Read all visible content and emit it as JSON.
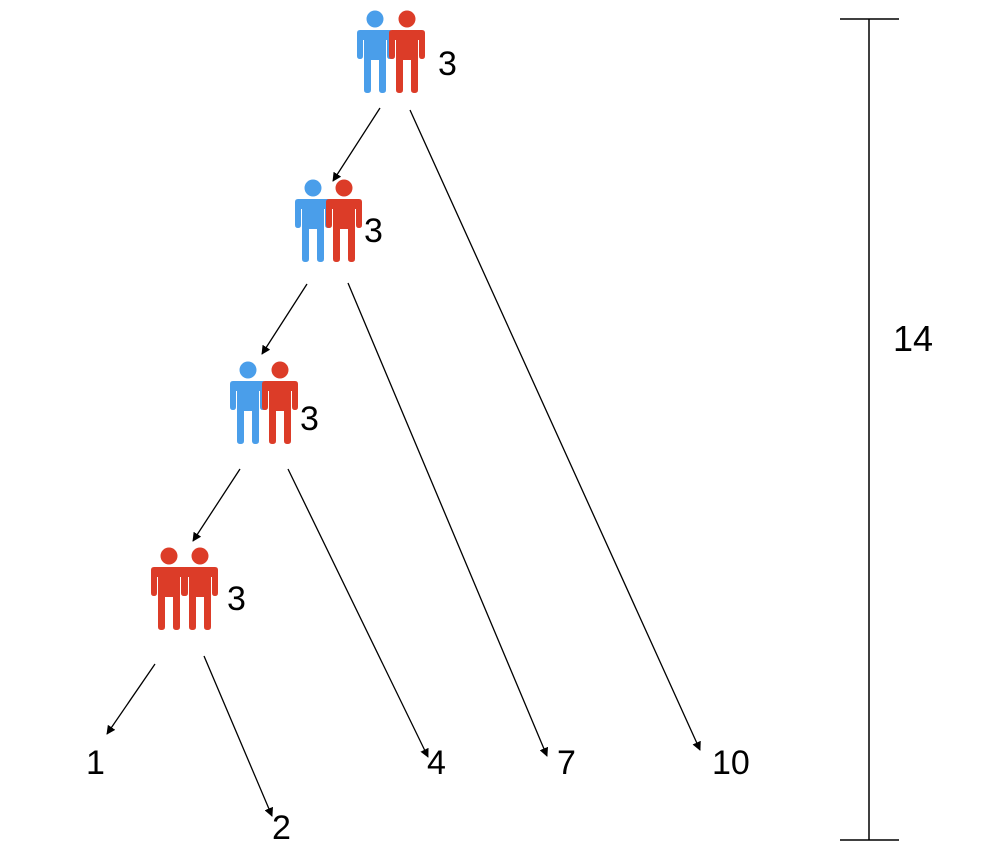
{
  "colors": {
    "blue": "#4a9eea",
    "red": "#dc3c28",
    "line": "#000000"
  },
  "nodes": [
    {
      "id": "n1",
      "count": "3",
      "figures": [
        "blue",
        "red"
      ]
    },
    {
      "id": "n2",
      "count": "3",
      "figures": [
        "blue",
        "red"
      ]
    },
    {
      "id": "n3",
      "count": "3",
      "figures": [
        "blue",
        "red"
      ]
    },
    {
      "id": "n4",
      "count": "3",
      "figures": [
        "red",
        "red"
      ]
    }
  ],
  "leaves": [
    "1",
    "2",
    "4",
    "7",
    "10"
  ],
  "edges": [
    {
      "from": "n1",
      "to": "n2"
    },
    {
      "from": "n1",
      "to": "leaf-10"
    },
    {
      "from": "n2",
      "to": "n3"
    },
    {
      "from": "n2",
      "to": "leaf-7"
    },
    {
      "from": "n3",
      "to": "n4"
    },
    {
      "from": "n3",
      "to": "leaf-4"
    },
    {
      "from": "n4",
      "to": "leaf-1"
    },
    {
      "from": "n4",
      "to": "leaf-2"
    }
  ],
  "bracket": {
    "label": "14"
  }
}
